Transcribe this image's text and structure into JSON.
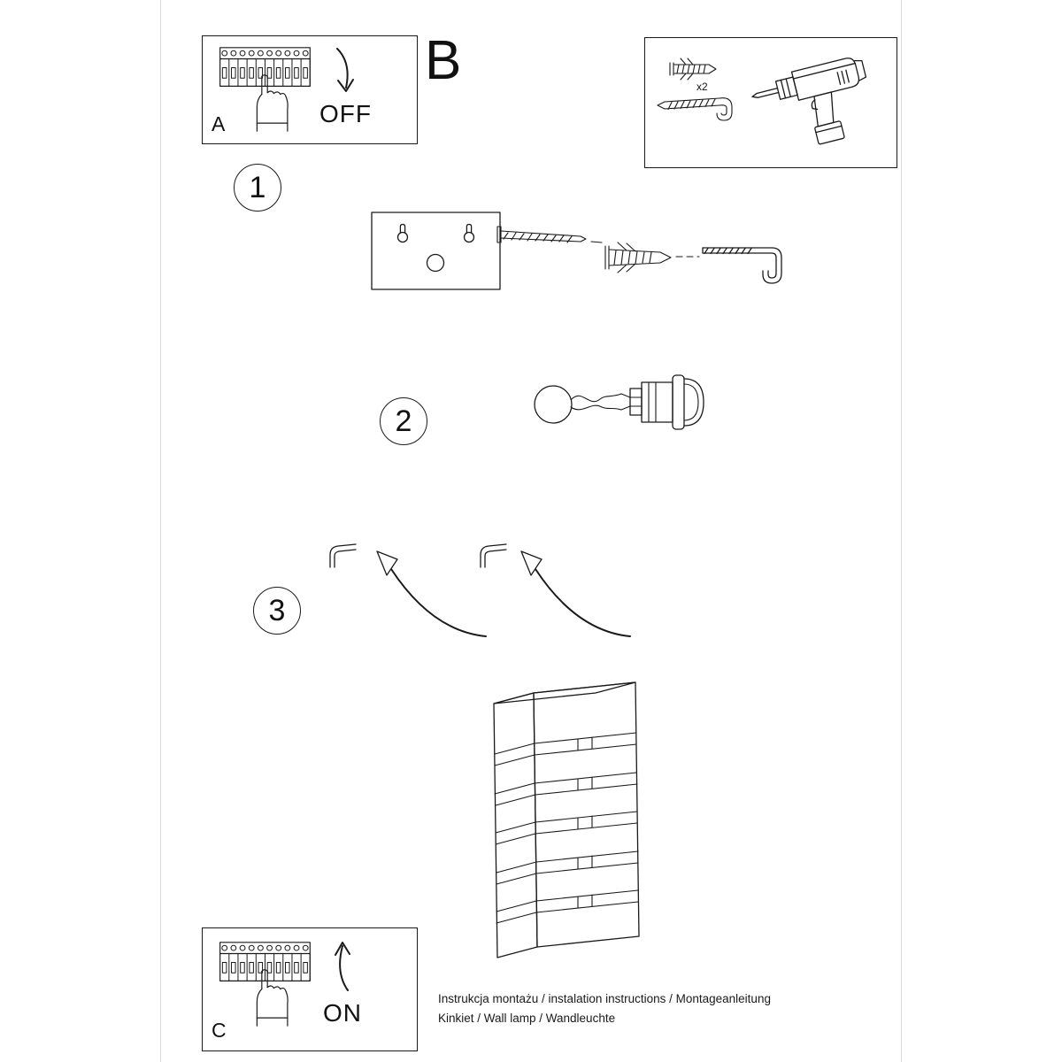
{
  "section_a": {
    "label": "A",
    "state": "OFF"
  },
  "section_b": {
    "label": "B"
  },
  "section_c": {
    "label": "C",
    "state": "ON"
  },
  "tools": {
    "anchor_count": "x2"
  },
  "steps": [
    {
      "number": "1"
    },
    {
      "number": "2"
    },
    {
      "number": "3"
    }
  ],
  "footer": {
    "line1": "Instrukcja montażu / instalation instructions / Montageanleitung",
    "line2": "Kinkiet / Wall lamp / Wandleuchte"
  },
  "colors": {
    "ink": "#1a1a1a",
    "paper": "#ffffff"
  }
}
